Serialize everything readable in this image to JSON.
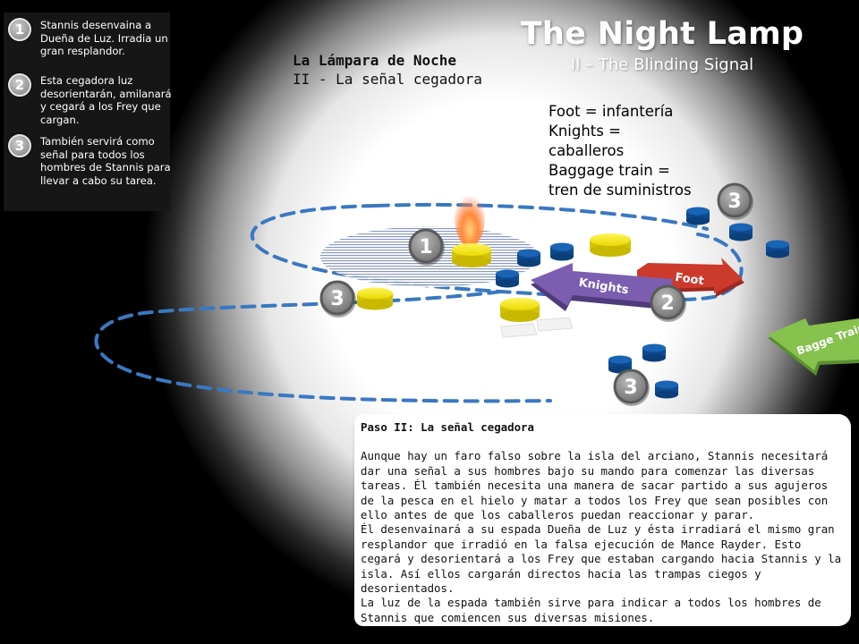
{
  "header": {
    "title": "The Night Lamp",
    "subtitle": "II – The Blinding Signal",
    "spanish_title": "La Lámpara de Noche",
    "spanish_subtitle": "II - La señal cegadora"
  },
  "legend": [
    {
      "number": "1",
      "text": "Stannis desenvaina a Dueña de Luz. Irradia un gran resplandor."
    },
    {
      "number": "2",
      "text": "Esta cegadora luz desorientarán, amilanará y cegará a los Frey que cargan."
    },
    {
      "number": "3",
      "text": "También servirá como señal para todos los hombres de Stannis para llevar a cabo su tarea."
    }
  ],
  "unit_key": [
    "Foot = infantería",
    "Knights =",
    "caballeros",
    "Baggage train =",
    "tren de suministros"
  ],
  "map": {
    "arrows": {
      "knights": "Knights",
      "foot": "Foot",
      "baggage": "Bagge Train"
    },
    "markers": {
      "m1": "1",
      "m2": "2",
      "m3a": "3",
      "m3b": "3",
      "m3c": "3"
    },
    "colors": {
      "frey": "#f2e200",
      "stannis": "#1558a6",
      "knights_arrow": "#7b5eb0",
      "foot_arrow": "#cc3a2c",
      "baggage_arrow": "#87c14e",
      "route": "#3a78c0"
    }
  },
  "description": {
    "heading": "Paso II: La señal cegadora",
    "paragraphs": [
      "Aunque hay un faro falso sobre la isla del arciano, Stannis necesitará dar una señal a sus hombres bajo su mando para comenzar las diversas tareas. Él también necesita una manera de sacar partido a sus agujeros de la pesca en el hielo y matar a todos los Frey que sean posibles con ello antes de que los caballeros puedan reaccionar y parar.",
      "Él desenvainará a su espada Dueña de Luz y ésta irradiará el mismo gran resplandor que irradió en la falsa ejecución de Mance Rayder. Esto cegará y desorientará a los Frey que estaban cargando hacia Stannis y la isla. Así ellos cargarán directos hacia las trampas ciegos y desorientados.",
      "La luz de la espada también sirve para indicar a todos los hombres de Stannis que comiencen sus diversas misiones."
    ]
  }
}
